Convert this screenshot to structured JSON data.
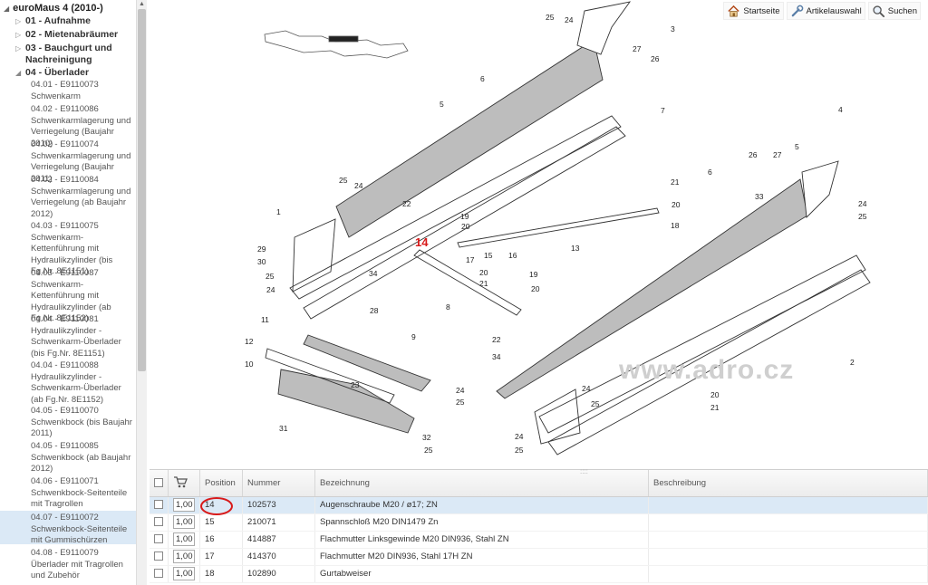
{
  "tree": {
    "root_label": "euroMaus 4 (2010-)",
    "nodes": [
      {
        "label": "01 - Aufnahme",
        "caret": "▷"
      },
      {
        "label": "02 - Mietenabräumer",
        "caret": "▷"
      },
      {
        "label": "03 - Bauchgurt und Nachreinigung",
        "caret": "▷"
      },
      {
        "label": "04 - Überlader",
        "caret": "◢"
      }
    ],
    "leaves": [
      {
        "label": "04.01 - E9110073 Schwenkarm"
      },
      {
        "label": "04.02 - E9110086 Schwenkarmlagerung und Verriegelung (Baujahr 2010)"
      },
      {
        "label": "04.02 - E9110074 Schwenkarmlagerung und Verriegelung (Baujahr 2011)"
      },
      {
        "label": "04.02 - E9110084 Schwenkarmlagerung und Verriegelung (ab Baujahr 2012)"
      },
      {
        "label": "04.03 - E9110075 Schwenkarm-Kettenführung mit Hydraulikzylinder (bis Fg.Nr. 8E1151)"
      },
      {
        "label": "04.03 - E9110087 Schwenkarm-Kettenführung mit Hydraulikzylinder (ab Fg.Nr. 8E1152)"
      },
      {
        "label": "04.04 - E9110081 Hydraulikzylinder - Schwenkarm-Überlader (bis Fg.Nr. 8E1151)"
      },
      {
        "label": "04.04 - E9110088 Hydraulikzylinder - Schwenkarm-Überlader (ab Fg.Nr. 8E1152)"
      },
      {
        "label": "04.05 - E9110070 Schwenkbock (bis Baujahr 2011)"
      },
      {
        "label": "04.05 - E9110085 Schwenkbock (ab Baujahr 2012)"
      },
      {
        "label": "04.06 - E9110071 Schwenkbock-Seitenteile mit Tragrollen"
      },
      {
        "label": "04.07 - E9110072 Schwenkbock-Seitenteile mit Gummischürzen"
      },
      {
        "label": "04.08 - E9110079 Überlader mit Tragrollen und Zubehör"
      }
    ]
  },
  "toolbar": {
    "home_label": "Startseite",
    "articles_label": "Artikelauswahl",
    "search_label": "Suchen"
  },
  "drawing": {
    "watermark": "www.adro.cz",
    "highlight_label": "14",
    "callouts": [
      "25",
      "24",
      "3",
      "27",
      "26",
      "6",
      "5",
      "7",
      "4",
      "26",
      "27",
      "5",
      "25",
      "24",
      "22",
      "21",
      "20",
      "18",
      "6",
      "33",
      "24",
      "25",
      "1",
      "19",
      "20",
      "15",
      "16",
      "13",
      "17",
      "20",
      "21",
      "29",
      "30",
      "25",
      "24",
      "34",
      "19",
      "20",
      "8",
      "28",
      "11",
      "9",
      "12",
      "22",
      "34",
      "10",
      "23",
      "24",
      "25",
      "24",
      "25",
      "20",
      "21",
      "31",
      "32",
      "25",
      "24",
      "25",
      "2"
    ]
  },
  "parts_table": {
    "headers": {
      "position": "Position",
      "number": "Nummer",
      "designation": "Bezeichnung",
      "description": "Beschreibung"
    },
    "rows": [
      {
        "qty": "1,00",
        "position": "14",
        "number": "102573",
        "designation": "Augenschraube M20 / ø17; ZN",
        "description": ""
      },
      {
        "qty": "1,00",
        "position": "15",
        "number": "210071",
        "designation": "Spannschloß M20 DIN1479 Zn",
        "description": ""
      },
      {
        "qty": "1,00",
        "position": "16",
        "number": "414887",
        "designation": "Flachmutter Linksgewinde M20 DIN936, Stahl ZN",
        "description": ""
      },
      {
        "qty": "1,00",
        "position": "17",
        "number": "414370",
        "designation": "Flachmutter M20 DIN936, Stahl 17H ZN",
        "description": ""
      },
      {
        "qty": "1,00",
        "position": "18",
        "number": "102890",
        "designation": "Gurtabweiser",
        "description": ""
      }
    ]
  }
}
